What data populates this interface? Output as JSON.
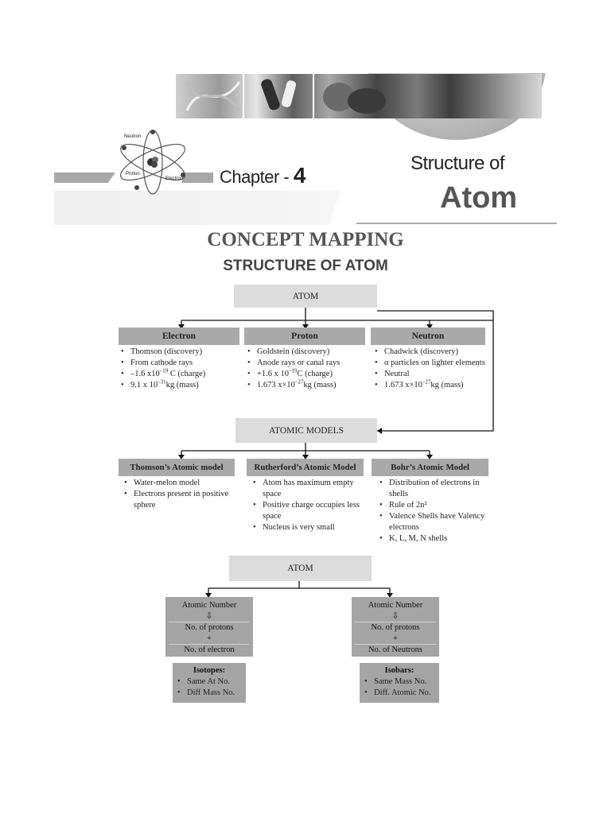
{
  "header": {
    "chapter_prefix": "Chapter -",
    "chapter_number": "4",
    "title_line1": "Structure of",
    "title_line2": "Atom",
    "emblem_labels": [
      "Neutron",
      "Proton",
      "Electron"
    ]
  },
  "concept_title": "CONCEPT MAPPING",
  "concept_subtitle": "STRUCTURE OF ATOM",
  "map1": {
    "root": "ATOM",
    "particles": [
      {
        "name": "Electron",
        "points": [
          {
            "text": "Thomson (discovery)"
          },
          {
            "text": "From cathode rays"
          },
          {
            "pre": "–1.6 x10",
            "sup": "–19",
            "post": " C (charge)"
          },
          {
            "pre": "9.1 x 10",
            "sup": "–31",
            "post": "kg (mass)"
          }
        ]
      },
      {
        "name": "Proton",
        "points": [
          {
            "text": "Goldstein  (discovery)"
          },
          {
            "text": "Anode rays or canal rays"
          },
          {
            "pre": "+1.6 x 10",
            "sup": "–19",
            "post": "C (charge)"
          },
          {
            "pre": "1.673 x×10",
            "sup": "–27",
            "post": "kg (mass)"
          }
        ]
      },
      {
        "name": "Neutron",
        "points": [
          {
            "text": "Chadwick (discovery)"
          },
          {
            "text": "α  particles on lighter elements"
          },
          {
            "text": "Neutral"
          },
          {
            "pre": "1.673 x×10",
            "sup": "–27",
            "post": "kg (mass)"
          }
        ]
      }
    ],
    "models_label": "ATOMIC MODELS",
    "models": [
      {
        "name": "Thomson’s Atomic model",
        "points": [
          "Water-melon model",
          "Electrons present in positive sphere"
        ]
      },
      {
        "name": "Rutherford’s Atomic Model",
        "points": [
          "Atom has maximum empty space",
          "Positive charge occupies less space",
          "Nucleus is very small"
        ]
      },
      {
        "name": "Bohr’s Atomic Model",
        "points": [
          "Distribution of electrons in shells",
          "Rule of 2n²",
          "Valence Shells have Valency electrons",
          "K, L, M, N shells"
        ]
      }
    ]
  },
  "map2": {
    "root": "ATOM",
    "left": {
      "lines": [
        "Atomic Number",
        "⇩",
        "No. of protons",
        "+",
        "No. of electron"
      ],
      "label": "Isotopes:",
      "points": [
        "Same At No.",
        "Diff Mass No."
      ]
    },
    "right": {
      "lines": [
        "Atomic Number",
        "⇩",
        "No. of protons",
        "+",
        "No. of Neutrons"
      ],
      "label": "Isobars:",
      "points": [
        "Same Mass No.",
        "Diff. Atomic No."
      ]
    }
  }
}
